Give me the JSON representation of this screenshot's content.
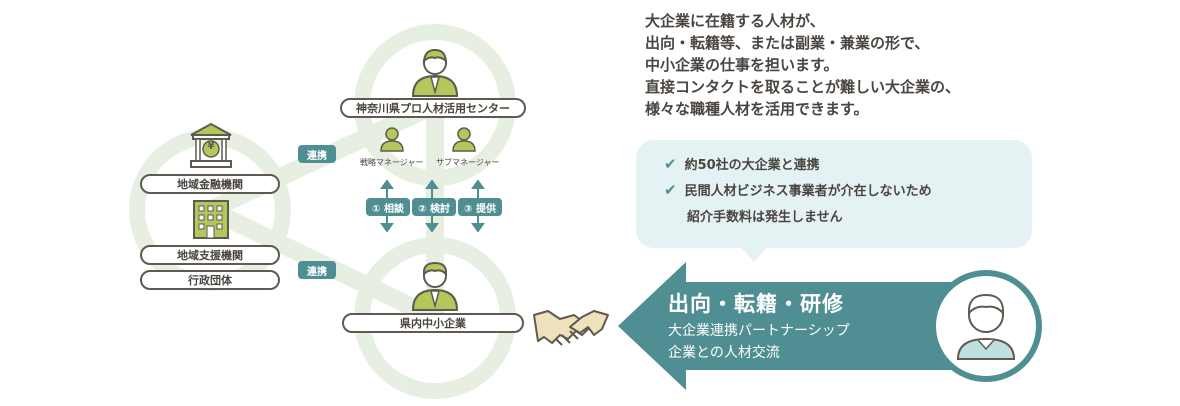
{
  "intro": {
    "lines": [
      "大企業に在籍する人材が、",
      "出向・転籍等、または副業・兼業の形で、",
      "中小企業の仕事を担います。",
      "直接コンタクトを取ることが難しい大企業の、",
      "様々な職種人材を活用できます。"
    ]
  },
  "diagram": {
    "center_label": "神奈川県プロ人材活用センター",
    "manager_left": "戦略マネージャー",
    "manager_right": "サブマネージャー",
    "left_top_label": "地域金融機関",
    "left_mid_label": "地域支援機関",
    "left_bottom_label": "行政団体",
    "link_top": "連携",
    "link_bottom": "連携",
    "bank_symbol": "¥",
    "steps": [
      "① 相談",
      "② 検討",
      "③ 提供"
    ],
    "sme_label": "県内中小企業"
  },
  "bubble": {
    "items": [
      "約50社の大企業と連携",
      "民間人材ビジネス事業者が介在しないため",
      "紹介手数料は発生しません"
    ]
  },
  "arrow": {
    "title": "出向・転籍・研修",
    "subtitle_1": "大企業連携パートナーシップ",
    "subtitle_2": "企業との人材交流"
  },
  "colors": {
    "teal": "#4f8f93",
    "ring": "#e6efe2",
    "person_hair": "#b5c75a",
    "dark": "#5e5a52"
  }
}
